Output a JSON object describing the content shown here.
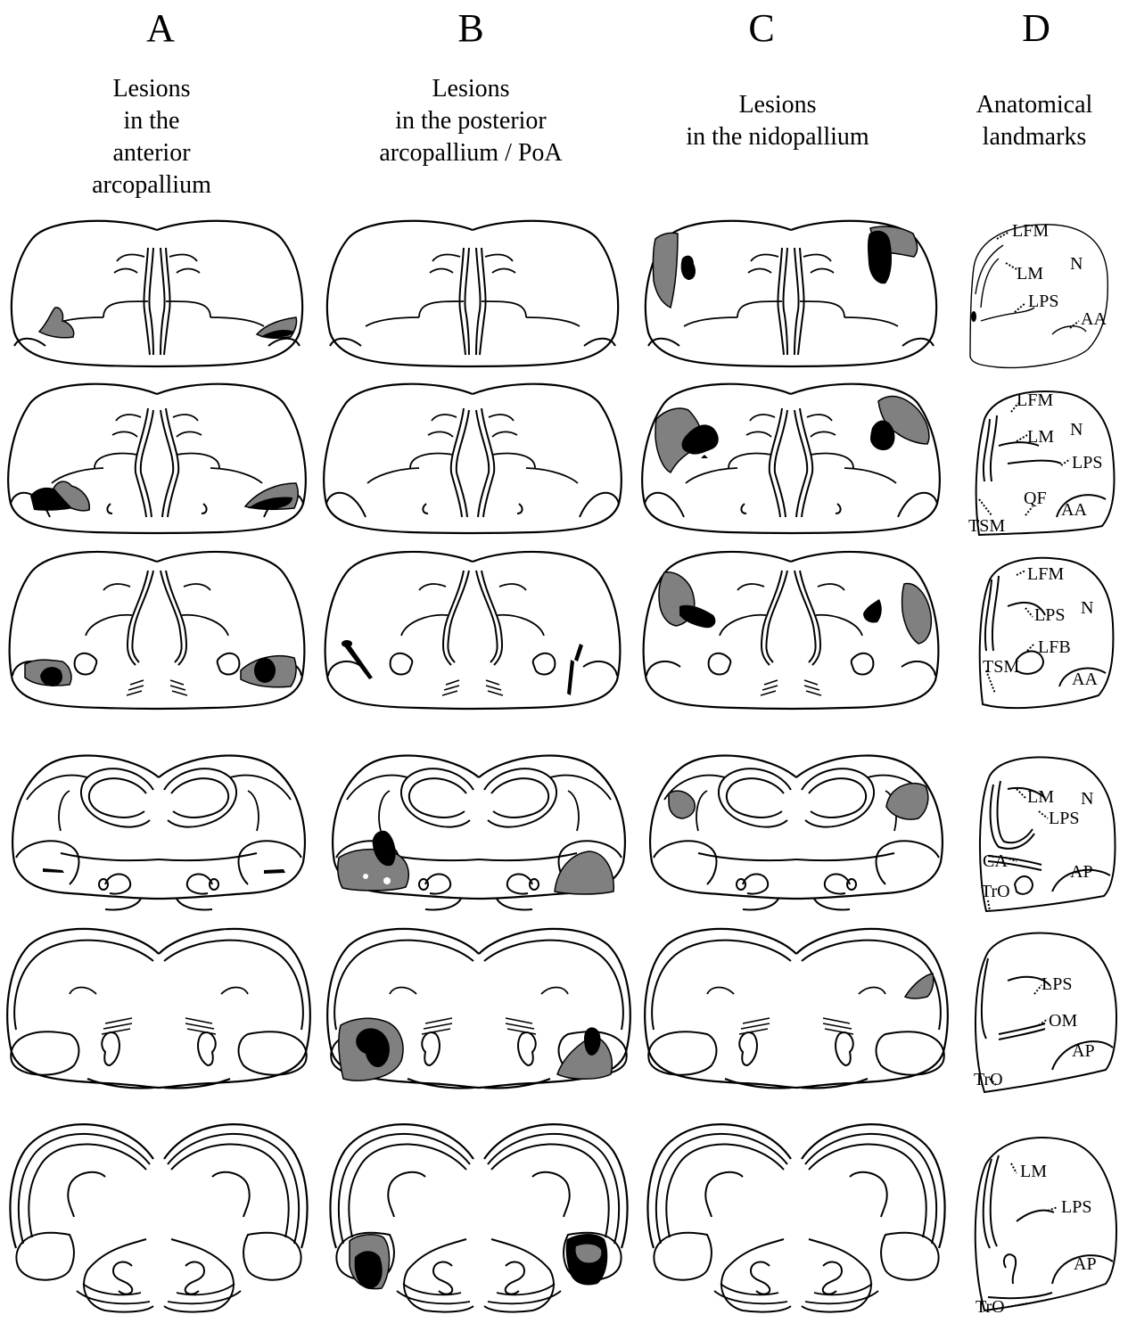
{
  "columns": [
    {
      "letter": "A",
      "title": "Lesions\nin the\nanterior\narcopallium"
    },
    {
      "letter": "B",
      "title": "Lesions\nin the posterior\narcopallium / PoA"
    },
    {
      "letter": "C",
      "title": "Lesions\nin the nidopallium"
    },
    {
      "letter": "D",
      "title": "Anatomical\nlandmarks"
    }
  ],
  "landmarks": {
    "row1": [
      "LFM",
      "LM",
      "N",
      "LPS",
      "AA"
    ],
    "row2": [
      "LFM",
      "LM",
      "N",
      "LPS",
      "QF",
      "TSM",
      "AA"
    ],
    "row3": [
      "LFM",
      "LPS",
      "N",
      "LFB",
      "TSM",
      "AA"
    ],
    "row4": [
      "LM",
      "N",
      "LPS",
      "CA",
      "AP",
      "TrO"
    ],
    "row5": [
      "LPS",
      "OM",
      "AP",
      "TrO"
    ],
    "row6": [
      "LM",
      "LPS",
      "AP",
      "TrO"
    ]
  },
  "colors": {
    "outline": "#000000",
    "lesion_dark": "#000000",
    "lesion_gray": "#808080"
  }
}
